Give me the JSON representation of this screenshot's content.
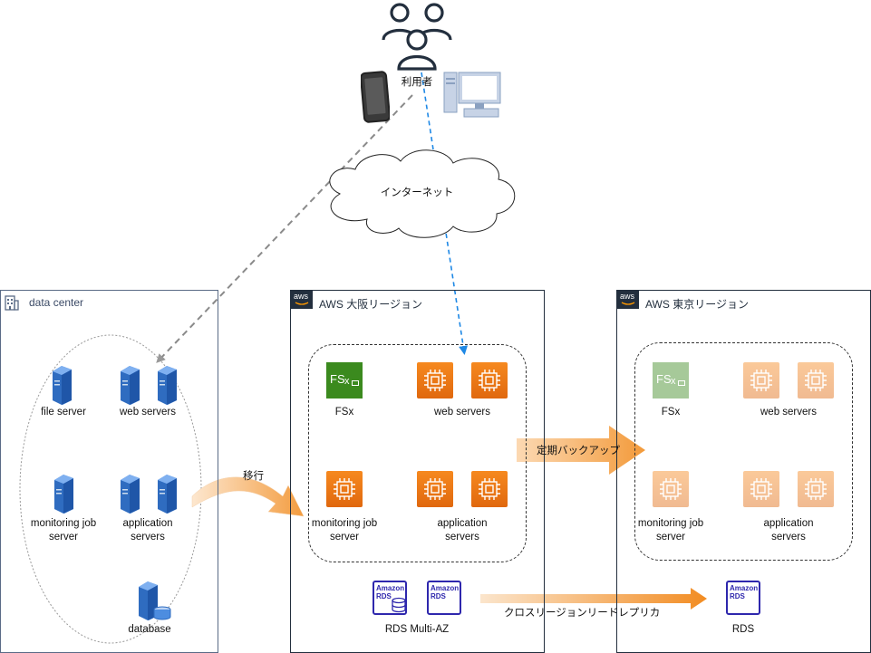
{
  "users": {
    "label": "利用者"
  },
  "internet": {
    "label": "インターネット"
  },
  "data_center": {
    "title": "data center",
    "file_server": "file server",
    "web_servers": "web servers",
    "monitoring_job_server": "monitoring job server",
    "application_servers": "application servers",
    "database": "database"
  },
  "osaka": {
    "title": "AWS 大阪リージョン",
    "fsx": "FSx",
    "web_servers": "web servers",
    "monitoring_job_server": "monitoring job server",
    "application_servers": "application servers",
    "rds_multi_az": "RDS Multi-AZ",
    "rds_icon_text": "Amazon RDS"
  },
  "tokyo": {
    "title": "AWS 東京リージョン",
    "fsx": "FSx",
    "web_servers": "web servers",
    "monitoring_job_server": "monitoring job server",
    "application_servers": "application servers",
    "rds": "RDS",
    "rds_icon_text": "Amazon RDS"
  },
  "arrows": {
    "migration": "移行",
    "scheduled_backup": "定期バックアップ",
    "cross_region_replica": "クロスリージョンリードレプリカ"
  },
  "aws_badge_text": "aws",
  "colors": {
    "ec2": "#ed7100",
    "fsx": "#3f8624",
    "rds": "#2e27ad",
    "internet_arrow": "#1e88e5",
    "legacy_arrow": "#888888",
    "migration_arrow": "#f5a25d"
  }
}
